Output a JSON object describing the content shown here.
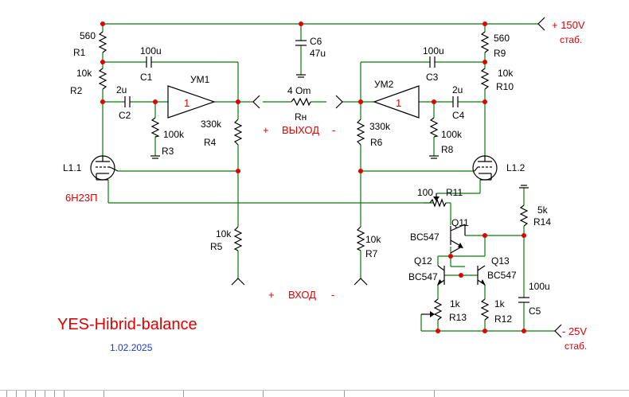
{
  "title": "YES-Hibrid-balance",
  "date": "1.02.2025",
  "supply_pos": {
    "text": "+ 150V",
    "sub": "стаб."
  },
  "supply_neg": {
    "text": "- 25V",
    "sub": "стаб."
  },
  "output": {
    "label": "ВЫХОД",
    "plus": "+",
    "minus": "-"
  },
  "input": {
    "label": "ВХОД",
    "plus": "+",
    "minus": "-"
  },
  "load": {
    "value": "4 Om",
    "name": "Rн"
  },
  "tube_type": "6Н23П",
  "components": {
    "R1": {
      "name": "R1",
      "value": "560"
    },
    "R2": {
      "name": "R2",
      "value": "10k"
    },
    "R3": {
      "name": "R3",
      "value": "100k"
    },
    "R4": {
      "name": "R4",
      "value": "330k"
    },
    "R5": {
      "name": "R5",
      "value": "10k"
    },
    "R6": {
      "name": "R6",
      "value": "330k"
    },
    "R7": {
      "name": "R7",
      "value": "10k"
    },
    "R8": {
      "name": "R8",
      "value": "100k"
    },
    "R9": {
      "name": "R9",
      "value": "560"
    },
    "R10": {
      "name": "R10",
      "value": "10k"
    },
    "R11": {
      "name": "R11",
      "value": "100"
    },
    "R12": {
      "name": "R12",
      "value": "1k"
    },
    "R13": {
      "name": "R13",
      "value": "1k"
    },
    "R14": {
      "name": "R14",
      "value": "5k"
    },
    "C1": {
      "name": "C1",
      "value": "100u"
    },
    "C2": {
      "name": "C2",
      "value": "2u"
    },
    "C3": {
      "name": "C3",
      "value": "100u"
    },
    "C4": {
      "name": "C4",
      "value": "2u"
    },
    "C5": {
      "name": "C5",
      "value": "100u"
    },
    "C6": {
      "name": "C6",
      "value": "47u"
    },
    "L1": {
      "name": "L1.1"
    },
    "L2": {
      "name": "L1.2"
    },
    "UM1": {
      "name": "УМ1",
      "gain": "1"
    },
    "UM2": {
      "name": "УМ2",
      "gain": "1"
    },
    "Q11": {
      "name": "Q11",
      "type": "BC547"
    },
    "Q12": {
      "name": "Q12",
      "type": "BC547"
    },
    "Q13": {
      "name": "Q13",
      "type": "BC547"
    }
  }
}
